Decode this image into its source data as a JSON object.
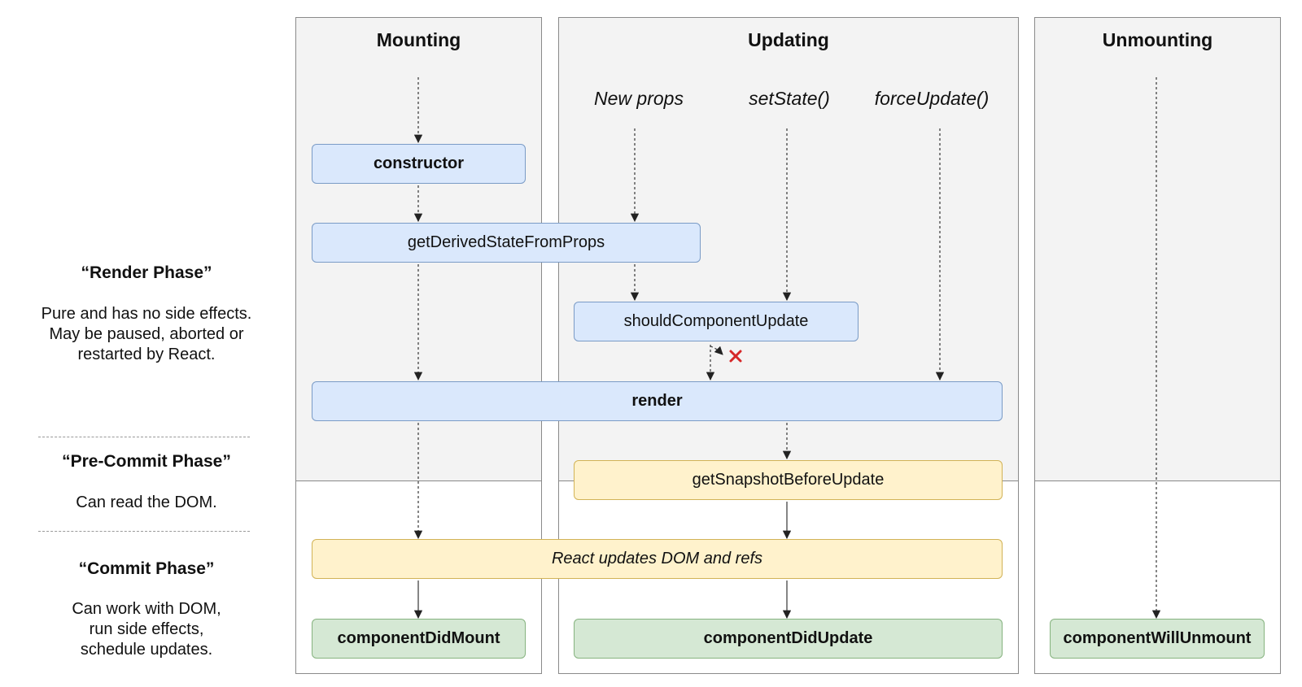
{
  "columns": {
    "mounting": "Mounting",
    "updating": "Updating",
    "unmounting": "Unmounting"
  },
  "triggers": {
    "new_props": "New props",
    "set_state": "setState()",
    "force_update": "forceUpdate()"
  },
  "methods": {
    "constructor": "constructor",
    "get_derived_state": "getDerivedStateFromProps",
    "should_component_update": "shouldComponentUpdate",
    "render": "render",
    "get_snapshot": "getSnapshotBeforeUpdate",
    "react_updates": "React updates DOM and refs",
    "component_did_mount": "componentDidMount",
    "component_did_update": "componentDidUpdate",
    "component_will_unmount": "componentWillUnmount"
  },
  "phases": {
    "render": {
      "title": "“Render Phase”",
      "desc": [
        "Pure and has no side effects.",
        "May be paused, aborted or",
        "restarted by React."
      ]
    },
    "pre_commit": {
      "title": "“Pre-Commit Phase”",
      "desc": [
        "Can read the DOM."
      ]
    },
    "commit": {
      "title": "“Commit Phase”",
      "desc": [
        "Can work with DOM,",
        "run side effects,",
        "schedule updates."
      ]
    }
  },
  "colors": {
    "render_phase_bg": "#f3f3f3",
    "blue_box": "#dae8fc",
    "yellow_box": "#fff2cc",
    "green_box": "#d5e8d4",
    "cancel_mark": "#d62728"
  }
}
